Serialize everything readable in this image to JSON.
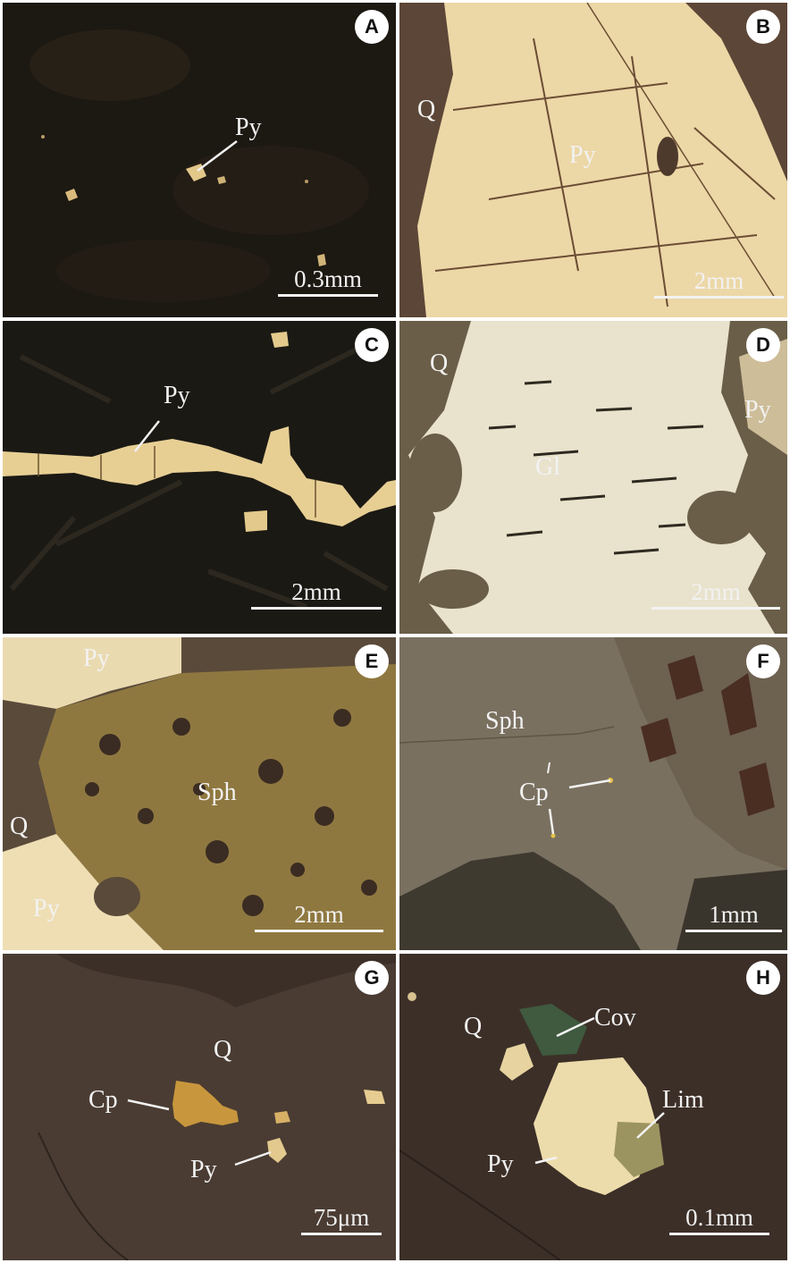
{
  "panels": [
    {
      "letter": "A",
      "labels": [
        "Py"
      ],
      "scale": "0.3mm"
    },
    {
      "letter": "B",
      "labels": [
        "Q",
        "Py"
      ],
      "scale": "2mm"
    },
    {
      "letter": "C",
      "labels": [
        "Py"
      ],
      "scale": "2mm"
    },
    {
      "letter": "D",
      "labels": [
        "Q",
        "Gl",
        "Py"
      ],
      "scale": "2mm"
    },
    {
      "letter": "E",
      "labels": [
        "Py",
        "Sph",
        "Q",
        "Py"
      ],
      "scale": "2mm"
    },
    {
      "letter": "F",
      "labels": [
        "Sph",
        "Cp"
      ],
      "scale": "1mm"
    },
    {
      "letter": "G",
      "labels": [
        "Q",
        "Cp",
        "Py"
      ],
      "scale": "75μm"
    },
    {
      "letter": "H",
      "labels": [
        "Q",
        "Cov",
        "Lim",
        "Py"
      ],
      "scale": "0.1mm"
    }
  ]
}
